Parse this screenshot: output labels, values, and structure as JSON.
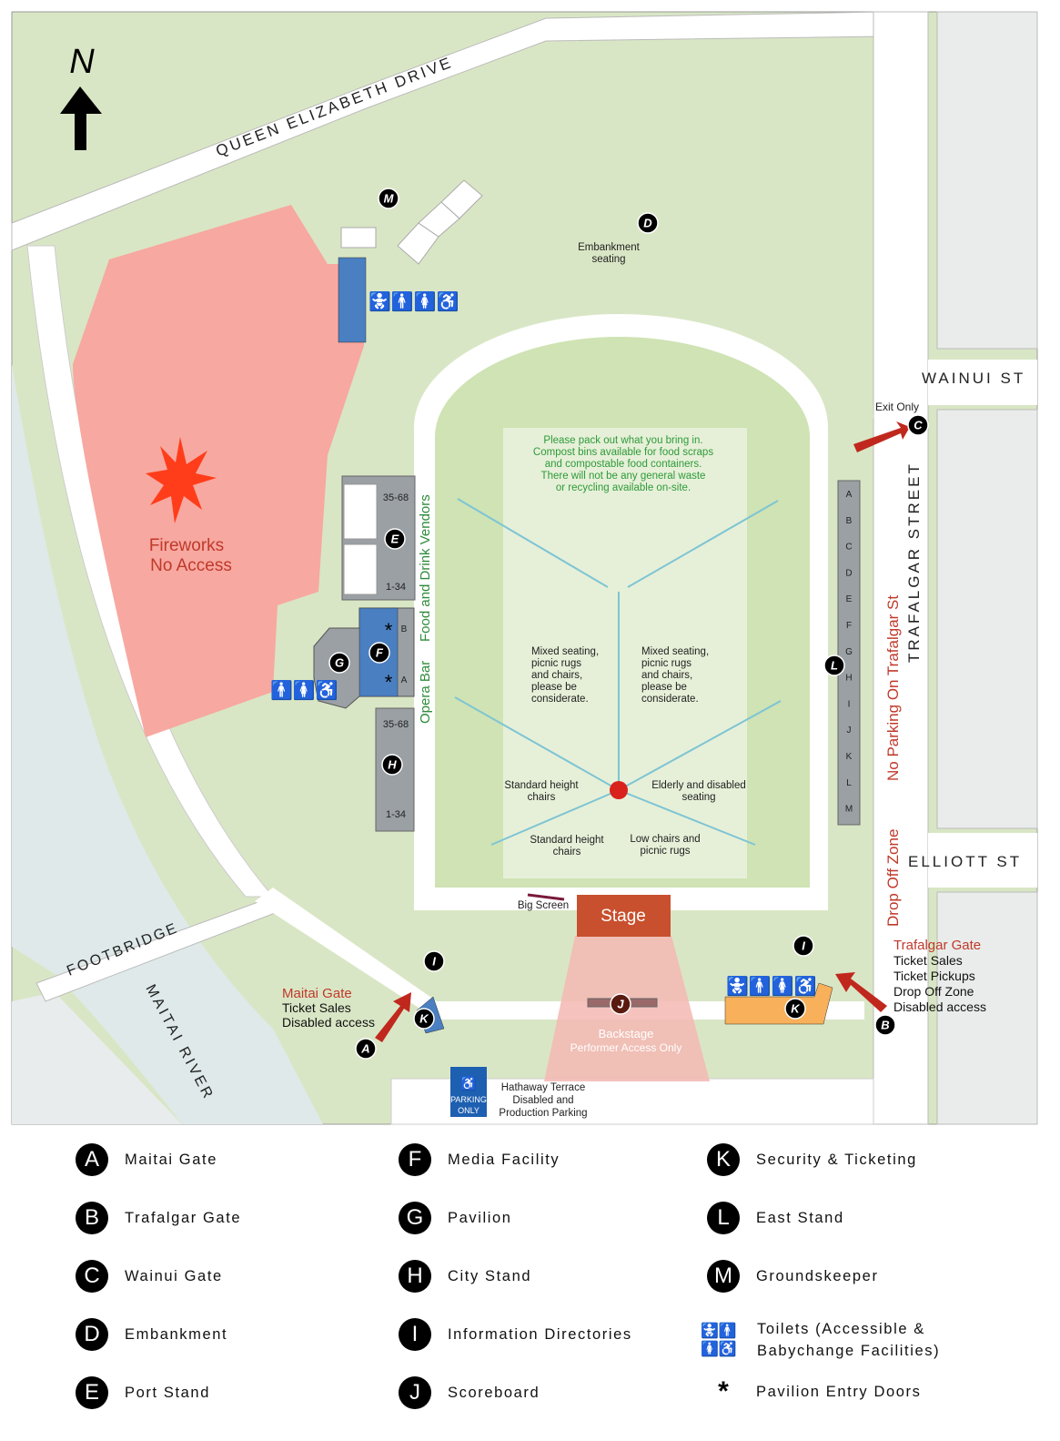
{
  "colors": {
    "grass": "#d9e6c5",
    "field": "#cfe3b4",
    "road": "#ffffff",
    "river": "#dfe9e9",
    "noaccess": "#f7a8a0",
    "stage": "#c8502e",
    "gate_text": "#c0392b",
    "vendor_text": "#2e8b3a",
    "stand": "#9aa0a4",
    "facility_blue": "#4a7fc1",
    "security_orange": "#f8b05a",
    "arrow": "#c0281e",
    "compost_text": "#2e9a3a",
    "lines": "#7ec4d4"
  },
  "map": {
    "north": "N",
    "roads": {
      "queen_elizabeth": "QUEEN ELIZABETH DRIVE",
      "wainui": "WAINUI ST",
      "elliott": "ELLIOTT ST",
      "trafalgar": "TRAFALGAR STREET",
      "footbridge": "FOOTBRIDGE",
      "maitai_river": "MAITAI RIVER"
    },
    "fireworks": [
      "Fireworks",
      "No Access"
    ],
    "embankment": [
      "Embankment",
      "seating"
    ],
    "exit_only": "Exit Only",
    "no_parking": "No Parking On Trafalgar St",
    "drop_off_zone": "Drop Off Zone",
    "food_vendors": "Food and Drink Vendors",
    "opera_bar": "Opera Bar",
    "compost": [
      "Please pack out what you bring in.",
      "Compost bins available for food scraps",
      "and compostable food containers.",
      "There will not be any general waste",
      "or recycling available on-site."
    ],
    "zones": {
      "mixed_left": [
        "Mixed seating,",
        "picnic rugs",
        "and chairs,",
        "please be",
        "considerate."
      ],
      "mixed_right": [
        "Mixed seating,",
        "picnic rugs",
        "and chairs,",
        "please be",
        "considerate."
      ],
      "std_left": [
        "Standard height",
        "chairs"
      ],
      "elderly": [
        "Elderly and disabled",
        "seating"
      ],
      "std_bottom": [
        "Standard height",
        "chairs"
      ],
      "low_chairs": [
        "Low chairs and",
        "picnic rugs"
      ]
    },
    "big_screen": "Big Screen",
    "stage": "Stage",
    "backstage": "Backstage",
    "performer": "Performer Access Only",
    "parking_sign": [
      "PARKING",
      "ONLY"
    ],
    "hathaway": [
      "Hathaway Terrace",
      "Disabled and",
      "Production Parking"
    ],
    "maitai_gate": {
      "title": "Maitai Gate",
      "lines": [
        "Ticket Sales",
        "Disabled access"
      ]
    },
    "trafalgar_gate": {
      "title": "Trafalgar Gate",
      "lines": [
        "Ticket Sales",
        "Ticket Pickups",
        "Drop Off Zone",
        "Disabled access"
      ]
    },
    "port_stand_rows": {
      "top": "35-68",
      "bottom": "1-34"
    },
    "city_stand_rows": {
      "top": "35-68",
      "bottom": "1-34"
    },
    "pavilion_doors": {
      "a": "A",
      "b": "B"
    },
    "east_stand_rows": [
      "A",
      "B",
      "C",
      "D",
      "E",
      "F",
      "G",
      "H",
      "I",
      "J",
      "K",
      "L",
      "M"
    ],
    "markers": {
      "A": "A",
      "B": "B",
      "C": "C",
      "D": "D",
      "E": "E",
      "F": "F",
      "G": "G",
      "H": "H",
      "I": "I",
      "J": "J",
      "K": "K",
      "L": "L",
      "M": "M"
    }
  },
  "legend": {
    "items": [
      {
        "key": "A",
        "label": "Maitai Gate"
      },
      {
        "key": "B",
        "label": "Trafalgar Gate"
      },
      {
        "key": "C",
        "label": "Wainui Gate"
      },
      {
        "key": "D",
        "label": "Embankment"
      },
      {
        "key": "E",
        "label": "Port Stand"
      },
      {
        "key": "F",
        "label": "Media Facility"
      },
      {
        "key": "G",
        "label": "Pavilion"
      },
      {
        "key": "H",
        "label": "City Stand"
      },
      {
        "key": "I",
        "label": "Information Directories"
      },
      {
        "key": "J",
        "label": "Scoreboard"
      },
      {
        "key": "K",
        "label": "Security & Ticketing"
      },
      {
        "key": "L",
        "label": "East Stand"
      },
      {
        "key": "M",
        "label": "Groundskeeper"
      }
    ],
    "toilets": [
      "Toilets (Accessible &",
      "Babychange Facilities)"
    ],
    "toilets_icon": "toilets-icon",
    "pavilion_doors": "Pavilion Entry Doors",
    "pavilion_doors_icon": "asterisk-icon"
  }
}
